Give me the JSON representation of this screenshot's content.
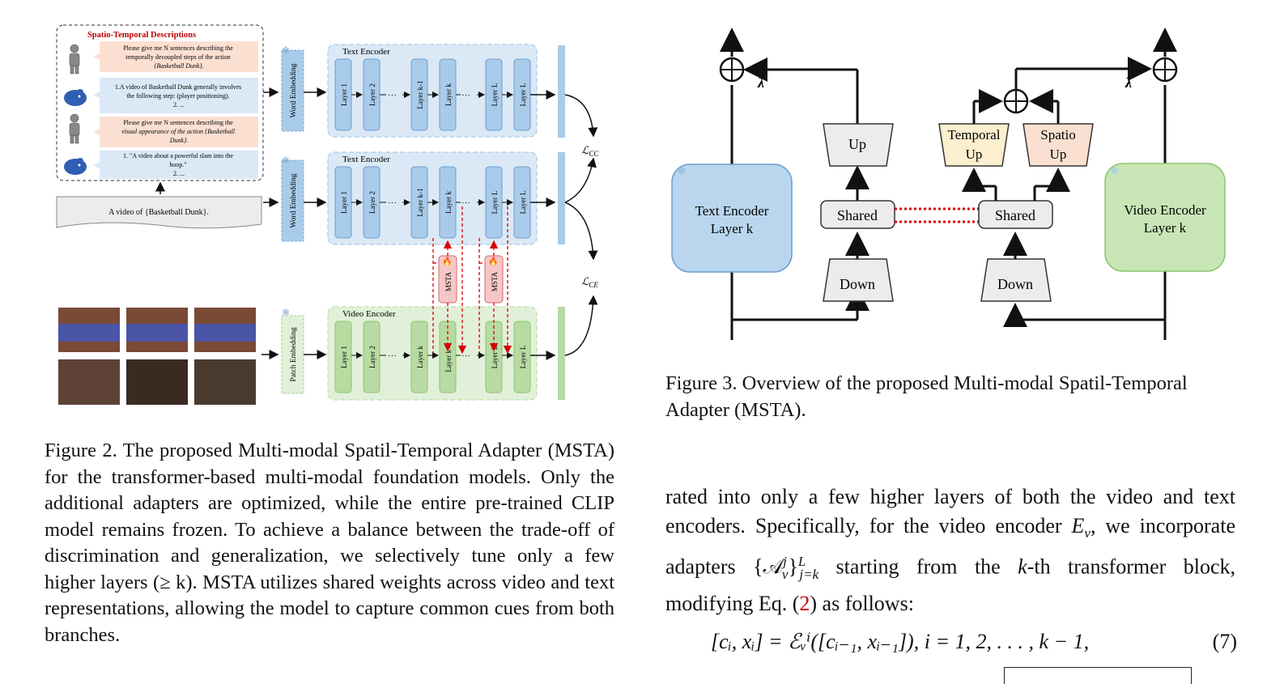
{
  "figure2": {
    "desc_title": "Spatio-Temporal Descriptions",
    "prompt1": [
      "Please give me N sentences describing the",
      "temporally decoupled steps of the action",
      "{Basketball Dunk}."
    ],
    "reply1": [
      "1.A video of Basketball Dunk generally involves",
      "the following step: (player positioning).",
      "2. ..."
    ],
    "prompt2": [
      "Please give me N sentences describing the",
      "visual appearance of the action {Basketball",
      "Dunk}."
    ],
    "reply2": [
      "1. \"A video about a powerful slam into the",
      "hoop.\"",
      "2. ..."
    ],
    "template_text": "A video of  {Basketball Dunk}.",
    "word_embedding": "Word Embedding",
    "patch_embedding": "Patch Embedding",
    "text_encoder": "Text Encoder",
    "video_encoder": "Video Encoder",
    "text_layers": [
      "Layer 1",
      "Layer 2",
      "Layer k-1",
      "Layer k",
      "Layer L",
      "Layer L"
    ],
    "video_layers": [
      "Layer 1",
      "Layer 2",
      "Layer k",
      "Layer k+1",
      "Layer L",
      "Layer L"
    ],
    "ellipsis": "···",
    "msta": "MSTA",
    "loss_cc": "ℒ",
    "loss_cc_sub": "CC",
    "loss_ce": "ℒ",
    "loss_ce_sub": "CE"
  },
  "figure3": {
    "text_encoder_line1": "Text Encoder",
    "text_encoder_line2": "Layer k",
    "video_encoder_line1": "Video Encoder",
    "video_encoder_line2": "Layer k",
    "up": "Up",
    "shared": "Shared",
    "down": "Down",
    "temporal": "Temporal",
    "spatio": "Spatio",
    "lambda": "λ"
  },
  "caption2": "Figure 2.  The proposed Multi-modal Spatil-Temporal Adapter (MSTA) for the transformer-based multi-modal foundation models. Only the additional adapters are optimized, while the entire pre-trained CLIP model remains frozen. To achieve a balance between the trade-off of discrimination and generalization, we selectively tune only a few higher layers (≥ k). MSTA utilizes shared weights across video and text representations, allowing the model to capture common cues from both branches.",
  "caption3": "Figure 3. Overview of the proposed Multi-modal Spatil-Temporal Adapter (MSTA).",
  "body": {
    "part1": "rated into only a few higher layers of both the video and text encoders. Specifically, for the video encoder ",
    "ev": "E",
    "ev_sub": "v",
    "part2": ", we incorporate adapters ",
    "adapters": "{𝒜",
    "adapters_sup": "j",
    "adapters_sub": "v",
    "adapters_close": "}",
    "adapters_range_sup": "L",
    "adapters_range_sub": "j=k",
    "part3": " starting from the ",
    "k": "k",
    "part4": "-th transformer block, modifying Eq. (",
    "eq_ref": "2",
    "part5": ") as follows:"
  },
  "equation": {
    "text": "[cᵢ, xᵢ] = ℰᵥⁱ([cᵢ₋₁, xᵢ₋₁]),  i = 1, 2, . . . , k − 1,",
    "number": "(7)"
  },
  "colors": {
    "text_encoder_fill": "#dbe9f6",
    "layer_blue": "#a9cbea",
    "video_encoder_fill": "#e2f0d9",
    "layer_green": "#b7dba3",
    "msta_fill": "#f7c6c6",
    "red_dashed": "#d40000",
    "fig3_text_encoder": "#b9d6ee",
    "fig3_video_encoder": "#c8e6b5",
    "temporal_fill": "#fcefcf",
    "spatio_fill": "#fbe0d2"
  }
}
